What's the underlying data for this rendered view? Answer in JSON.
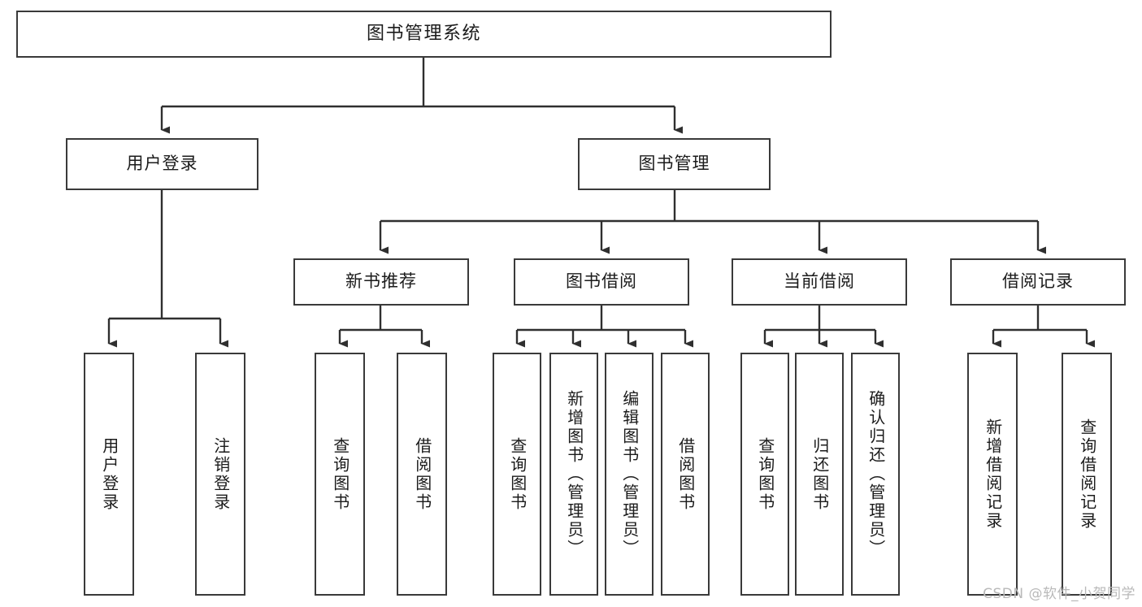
{
  "diagram": {
    "title": "图书管理系统",
    "type": "tree-hierarchy",
    "orientation": "top-down",
    "box_fill": "#ffffff",
    "box_stroke": "#3a3a3a",
    "canvas_background": "#ffffff"
  },
  "root": {
    "label": "图书管理系统"
  },
  "level2": [
    {
      "label": "用户登录"
    },
    {
      "label": "图书管理"
    }
  ],
  "level3": [
    {
      "label": "新书推荐"
    },
    {
      "label": "图书借阅"
    },
    {
      "label": "当前借阅"
    },
    {
      "label": "借阅记录"
    }
  ],
  "leaves": {
    "user_login": [
      {
        "label": "用户登录"
      },
      {
        "label": "注销登录"
      }
    ],
    "new_book_recommend": [
      {
        "label": "查询图书"
      },
      {
        "label": "借阅图书"
      }
    ],
    "book_borrow": [
      {
        "label": "查询图书"
      },
      {
        "label": "新增图书（管理员）"
      },
      {
        "label": "编辑图书（管理员）"
      },
      {
        "label": "借阅图书"
      }
    ],
    "current_borrow": [
      {
        "label": "查询图书"
      },
      {
        "label": "归还图书"
      },
      {
        "label": "确认归还（管理员）"
      }
    ],
    "borrow_record": [
      {
        "label": "新增借阅记录"
      },
      {
        "label": "查询借阅记录"
      }
    ]
  },
  "watermark": {
    "text": "CSDN @软件_小贺同学",
    "color": "#b9b9b9"
  }
}
